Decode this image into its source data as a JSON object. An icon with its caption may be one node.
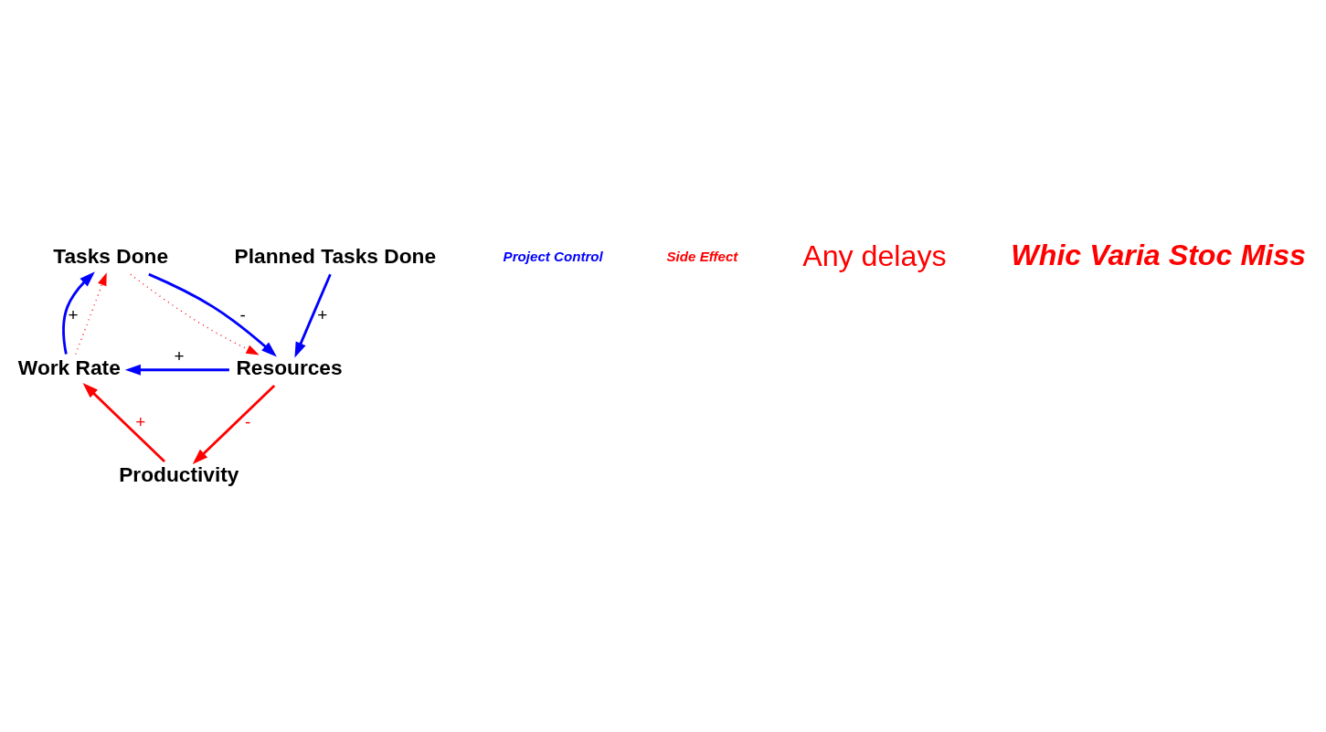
{
  "diagram": {
    "nodes": [
      {
        "text": [
          "Tasks Done"
        ]
      },
      {
        "text": [
          "Work Rate"
        ]
      },
      {
        "text": [
          "Resources"
        ]
      },
      {
        "text": [
          "Productivity"
        ]
      },
      {
        "text": [
          "Planned Tasks Done"
        ]
      }
    ],
    "edges": [
      {
        "from": 1,
        "to": 0,
        "arrow": "to",
        "label": "+"
      },
      {
        "from": 1,
        "to": 0,
        "arrow": "to",
        "style": "dashed",
        "color": "#ff0000"
      },
      {
        "from": 0,
        "to": 2,
        "arrow": "to",
        "label": "-"
      },
      {
        "from": 0,
        "to": 2,
        "arrow": "to",
        "style": "dashed",
        "color": "#ff0000"
      },
      {
        "from": 2,
        "to": 1,
        "arrow": "to",
        "label": "+"
      },
      {
        "from": 4,
        "to": 2,
        "arrow": "to",
        "label": "+"
      },
      {
        "from": 2,
        "to": 3,
        "arrow": "to",
        "label": "-",
        "color": "#ff0000"
      },
      {
        "from": 3,
        "to": 1,
        "arrow": "to",
        "label": "+",
        "color": "#ff0000"
      }
    ],
    "labels": [
      "Project Control",
      "Side Effect",
      "Any delays",
      "Whic Varia Stoc Miss"
    ]
  }
}
